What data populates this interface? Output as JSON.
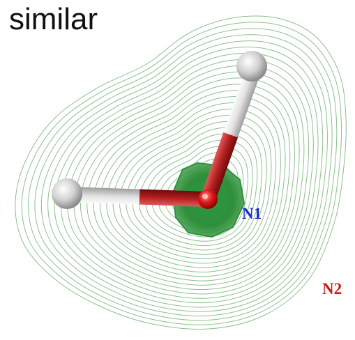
{
  "heading": "similar",
  "labels": {
    "n1": "N1",
    "n2": "N2"
  },
  "colors": {
    "contour": "#8cc08c",
    "dense_core": "#1f8a33",
    "n1_label": "#1f2bd1",
    "n2_label": "#d01818",
    "bond_white": "#e9e9e9",
    "bond_red": "#b32020"
  },
  "contour_count": 26
}
